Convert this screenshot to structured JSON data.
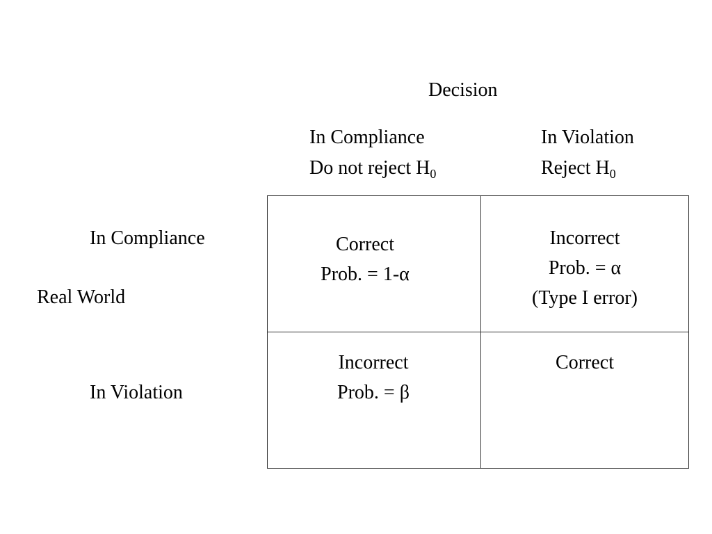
{
  "decision_header": "Decision",
  "columns": [
    {
      "label": "In Compliance",
      "hypothesis_text": "Do not reject H",
      "hypothesis_sub": "0"
    },
    {
      "label": "In Violation",
      "hypothesis_text": "Reject H",
      "hypothesis_sub": "0"
    }
  ],
  "real_world_label": "Real World",
  "rows": [
    {
      "label": "In Compliance"
    },
    {
      "label": "In Violation"
    }
  ],
  "cells": {
    "compliance_compliance": {
      "line1": "Correct",
      "line2": "Prob.  = 1-α"
    },
    "compliance_violation": {
      "line1": "Incorrect",
      "line2": "Prob. = α",
      "line3": "(Type I error)"
    },
    "violation_compliance": {
      "line1": "Incorrect",
      "line2": "Prob. = β"
    },
    "violation_violation": {
      "line1": "Correct"
    }
  }
}
